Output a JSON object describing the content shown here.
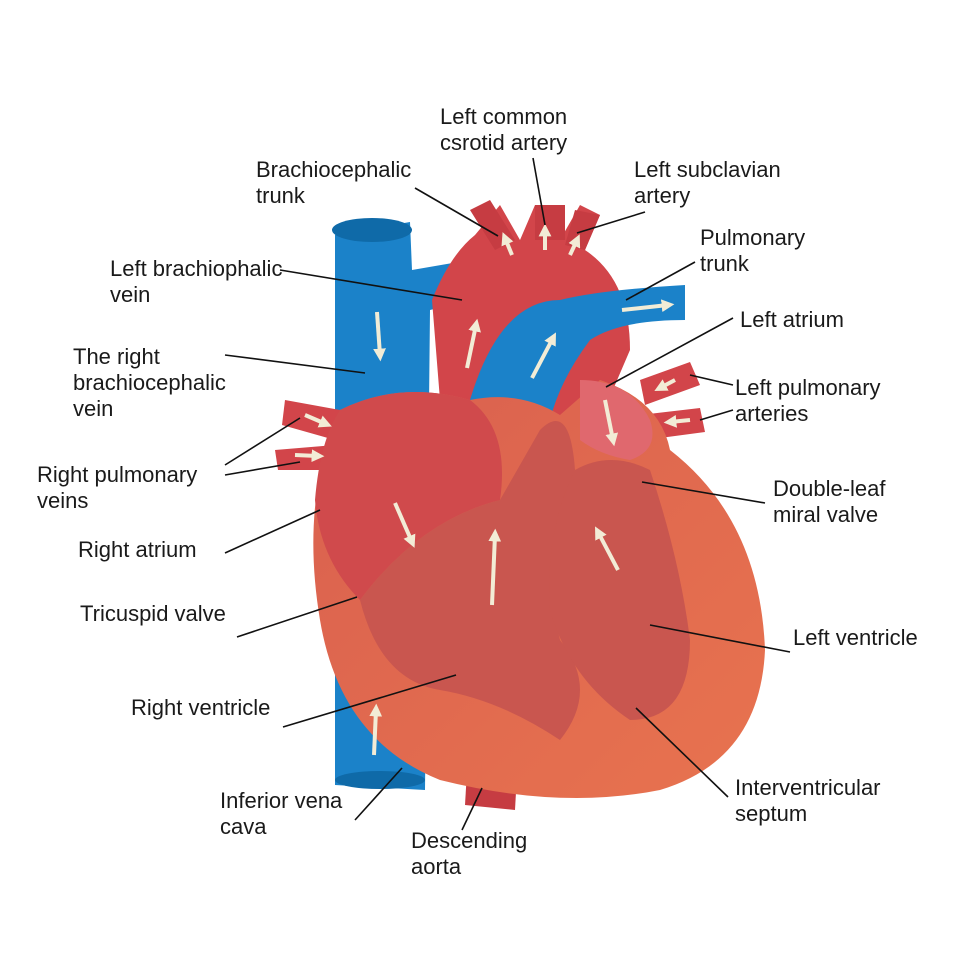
{
  "labels": {
    "left_common_carotid": [
      "Left common",
      "csrotid artery"
    ],
    "brachiocephalic_trunk": [
      "Brachiocephalic",
      "trunk"
    ],
    "left_subclavian": [
      "Left subclavian",
      "artery"
    ],
    "pulmonary_trunk": [
      "Pulmonary",
      "trunk"
    ],
    "left_brachiophalic_vein": [
      "Left brachiophalic",
      "vein"
    ],
    "left_atrium": [
      "Left atrium"
    ],
    "right_brachiocephalic_vein": [
      "The right",
      "brachiocephalic",
      "vein"
    ],
    "left_pulmonary_arteries": [
      "Left pulmonary",
      "arteries"
    ],
    "right_pulmonary_veins": [
      "Right pulmonary",
      "veins"
    ],
    "mitral_valve": [
      "Double-leaf",
      "miral valve"
    ],
    "right_atrium": [
      "Right atrium"
    ],
    "tricuspid_valve": [
      "Tricuspid valve"
    ],
    "left_ventricle": [
      "Left ventricle"
    ],
    "right_ventricle": [
      "Right ventricle"
    ],
    "inferior_vena_cava": [
      "Inferior vena",
      "cava"
    ],
    "interventricular_septum": [
      "Interventricular",
      "septum"
    ],
    "descending_aorta": [
      "Descending",
      "aorta"
    ]
  },
  "colors": {
    "vein_blue": "#1b82c9",
    "artery_red": "#d2454a",
    "heart_red": "#d0524f",
    "chamber": "#c9564f",
    "atrium_pink": "#e0686e",
    "arrow": "#f2ecd6"
  }
}
